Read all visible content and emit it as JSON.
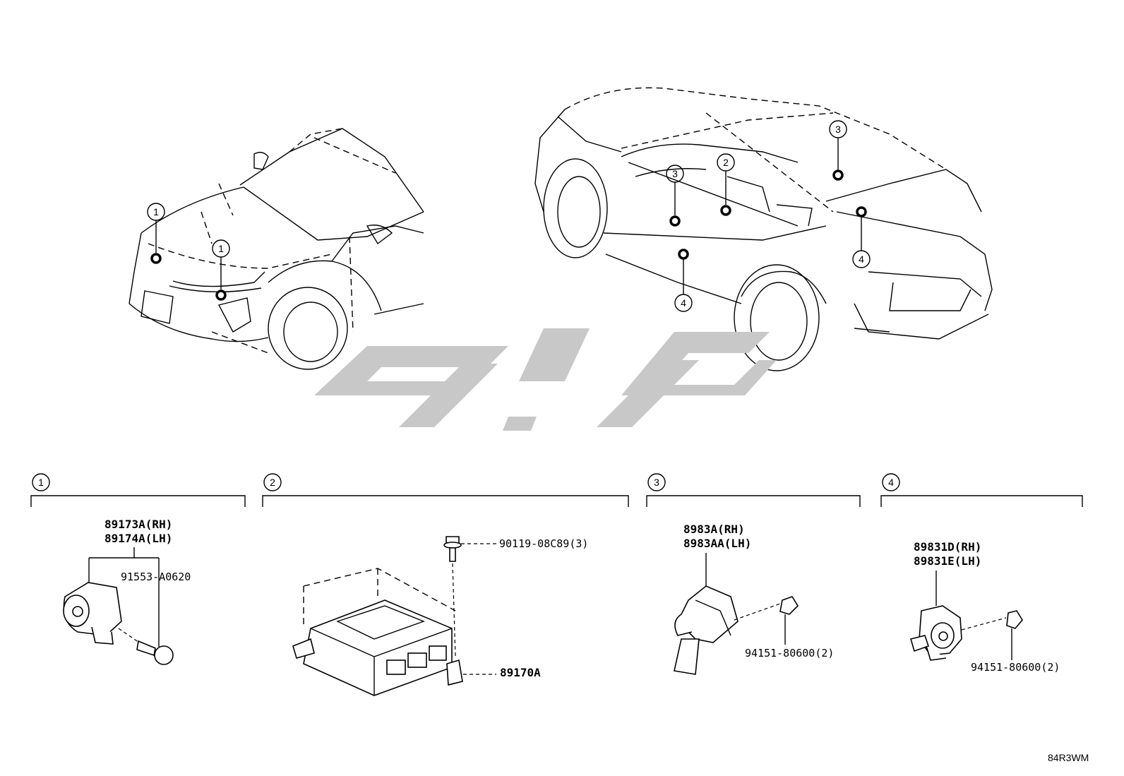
{
  "callouts": {
    "front": [
      "1",
      "1"
    ],
    "rear": [
      "3",
      "2",
      "3",
      "4",
      "4"
    ]
  },
  "sections": [
    {
      "id": "1",
      "parts": [
        "89173A(RH)",
        "89174A(LH)",
        "91553-A0620"
      ]
    },
    {
      "id": "2",
      "parts": [
        "90119-08C89(3)",
        "89170A"
      ]
    },
    {
      "id": "3",
      "parts": [
        "8983A(RH)",
        "8983AA(LH)",
        "94151-80600(2)"
      ]
    },
    {
      "id": "4",
      "parts": [
        "89831D(RH)",
        "89831E(LH)",
        "94151-80600(2)"
      ]
    }
  ],
  "diagram_code": "84R3WM",
  "colors": {
    "line": "#000000",
    "background": "#ffffff",
    "watermark": "#c8c8c8"
  }
}
